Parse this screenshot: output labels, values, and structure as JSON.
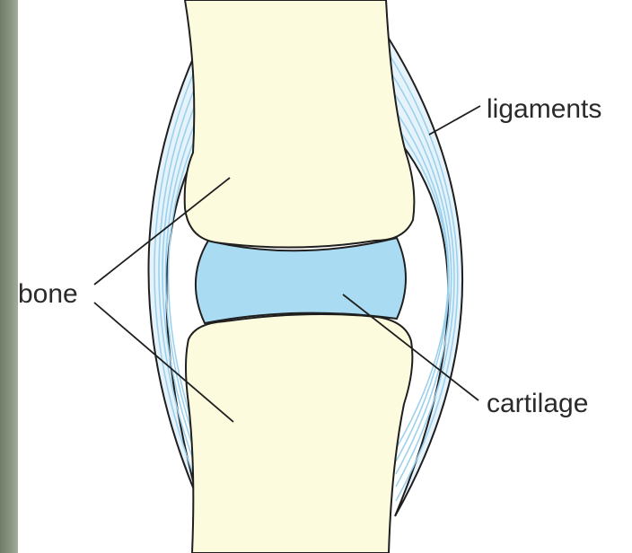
{
  "labels": {
    "ligaments": "ligaments",
    "bone": "bone",
    "cartilage": "cartilage"
  },
  "colors": {
    "bone_fill": "#fdfbdd",
    "cartilage_fill": "#a9dcf3",
    "ligament_fill": "#e6f3fb",
    "ligament_fibre": "#9cd1ee",
    "outline": "#1f1f1f",
    "background_strip": "#7d8a74"
  }
}
